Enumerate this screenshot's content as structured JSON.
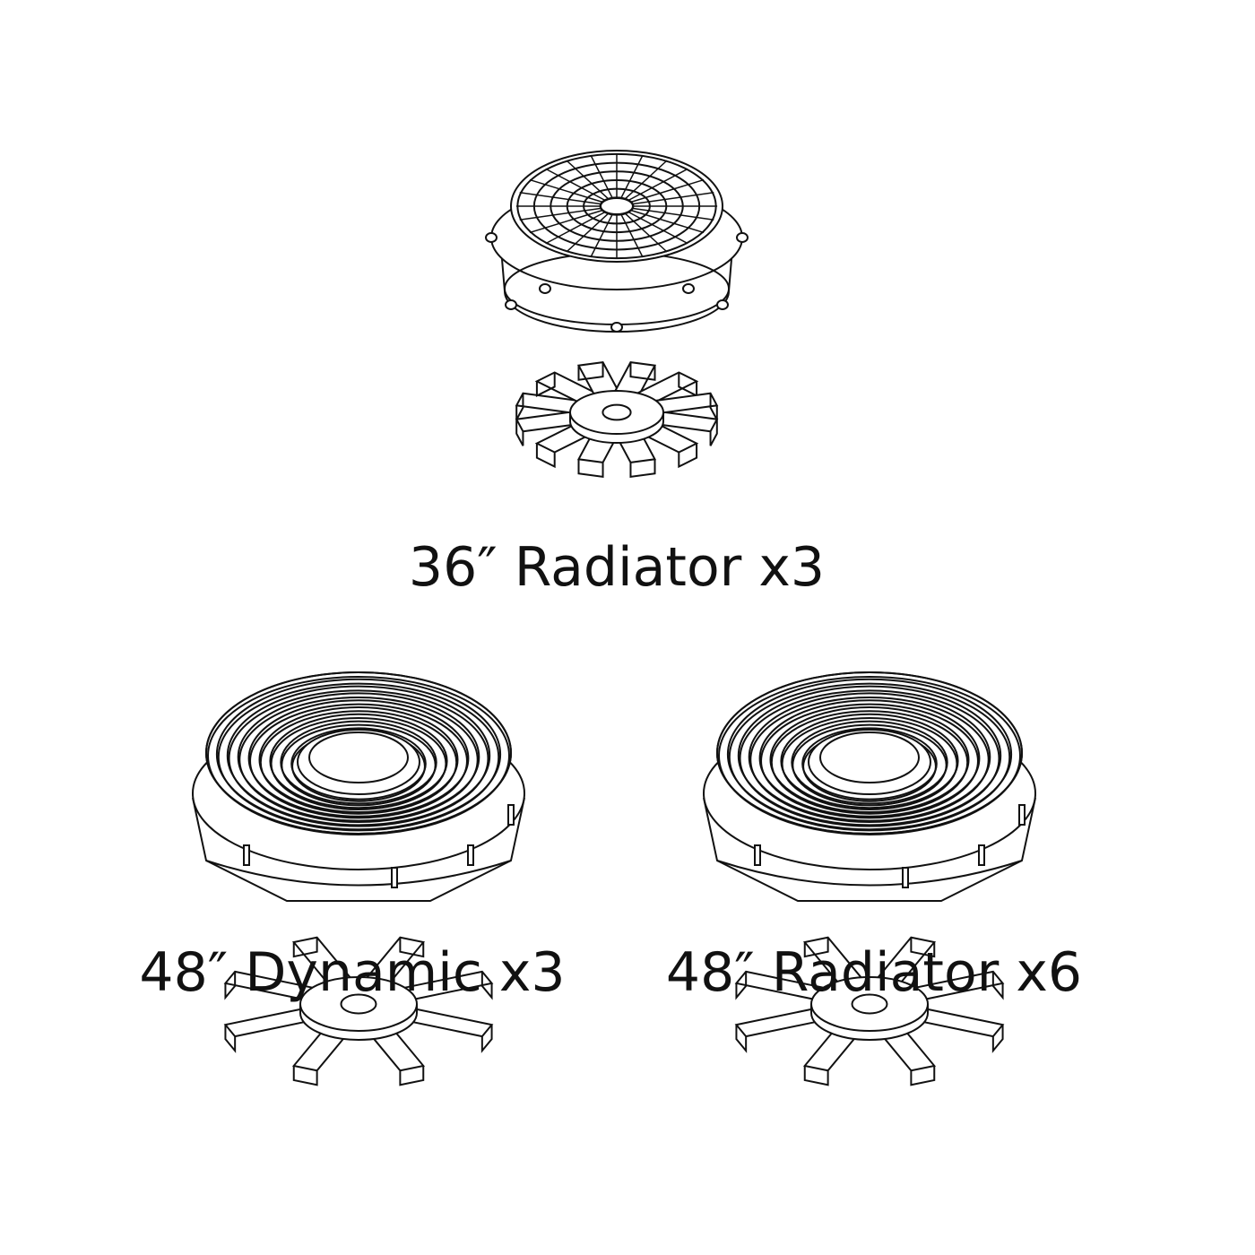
{
  "components": [
    {
      "label": "36″ Radiator x3",
      "grille": "radial-grid",
      "fan_blades": 12
    },
    {
      "label": "48″ Dynamic x3",
      "grille": "concentric-rings",
      "fan_blades": 8
    },
    {
      "label": "48″ Radiator x6",
      "grille": "concentric-rings",
      "fan_blades": 8
    }
  ],
  "colors": {
    "line": "#111111",
    "background": "#ffffff"
  }
}
